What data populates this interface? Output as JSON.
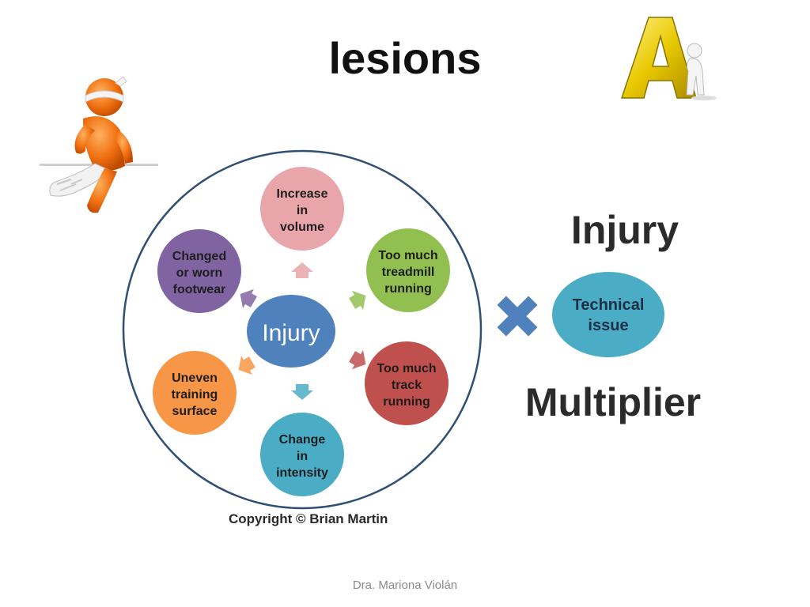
{
  "slide": {
    "title": "lesions",
    "footer": "Dra. Mariona Violán"
  },
  "cycle": {
    "center": "Injury",
    "nodes": [
      {
        "id": "increase-volume",
        "lines": [
          "Increase",
          "in",
          "volume"
        ],
        "color": "#e8a5aa"
      },
      {
        "id": "treadmill",
        "lines": [
          "Too much",
          "treadmill",
          "running"
        ],
        "color": "#92c050"
      },
      {
        "id": "track",
        "lines": [
          "Too much",
          "track",
          "running"
        ],
        "color": "#c0504d"
      },
      {
        "id": "intensity",
        "lines": [
          "Change",
          "in",
          "intensity"
        ],
        "color": "#4bacc6"
      },
      {
        "id": "surface",
        "lines": [
          "Uneven",
          "training",
          "surface"
        ],
        "color": "#f79646"
      },
      {
        "id": "footwear",
        "lines": [
          "Changed",
          "or worn",
          "footwear"
        ],
        "color": "#8064a2"
      }
    ],
    "center_color": "#4f81bd",
    "copyright": "Copyright © Brian Martin"
  },
  "multiplier": {
    "top_label": "Injury",
    "bubble_lines": [
      "Technical",
      "issue"
    ],
    "bubble_color": "#4bacc6",
    "bottom_label": "Multiplier",
    "cross_color": "#4f81bd"
  }
}
